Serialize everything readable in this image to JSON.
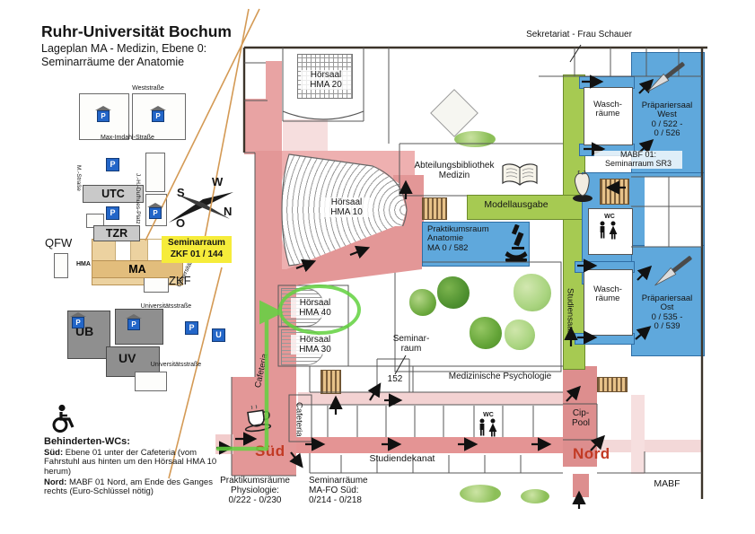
{
  "header": {
    "title": "Ruhr-Universität Bochum",
    "subtitle_line1": "Lageplan MA - Medizin, Ebene 0:",
    "subtitle_line2": "Seminarräume der Anatomie"
  },
  "campus_map": {
    "streets": {
      "weststrasse": "Weststraße",
      "max_imdahl_strasse": "Max-Imdahl-Straße",
      "m_strasse": "M.-Straße",
      "dufhues_platz": "J.-H.-Dufhues-Platz",
      "universitaetsstrasse_1": "Universitätsstraße",
      "universitaetsstrasse_2": "Universitätsstraße",
      "universitaetsstrasse_3": "Universitätsstraße"
    },
    "buildings": {
      "utc": "UTC",
      "tzr": "TZR",
      "qfw": "QFW",
      "hma": "HMA",
      "ma": "MA",
      "zkf": "ZKF",
      "ub": "UB",
      "uv": "UV"
    },
    "highlight_label": {
      "line1": "Seminarraum",
      "line2": "ZKF 01 / 144"
    },
    "icons": {
      "parking": "P",
      "subway": "U"
    },
    "compass": {
      "north": "N",
      "east": "O",
      "south": "S",
      "west": "W"
    }
  },
  "accessibility_note": {
    "heading": "Behinderten-WCs:",
    "south_label": "Süd:",
    "south_text": " Ebene 01 unter der Cafeteria (vom Fahrstuhl aus hinten um den Hörsaal HMA 10 herum)",
    "north_label": "Nord:",
    "north_text": " MABF 01 Nord, am Ende des Ganges rechts (Euro-Schlüssel nötig)"
  },
  "floorplan": {
    "sekretariat": "Sekretariat - Frau Schauer",
    "hoersaal_hma20": "Hörsaal\nHMA 20",
    "hoersaal_hma10": "Hörsaal\nHMA 10",
    "hoersaal_hma40": "Hörsaal\nHMA 40",
    "hoersaal_hma30": "Hörsaal\nHMA 30",
    "bibliothek": "Abteilungsbibliothek\nMedizin",
    "modellausgabe": "Modellausgabe",
    "praktikumsraum_anatomie": "Praktikumsraum\nAnatomie\nMA 0 / 582",
    "waschraeume_west": "Wasch-\nräume",
    "waschraeume_ost": "Wasch-\nräume",
    "praepariersaal_west": "Präpariersaal\nWest\n0 / 522 -\n0 / 526",
    "mabf01_seminarraum": "MABF 01:\nSeminarraum SR3",
    "praepariersaal_ost": "Präpariersaal\nOst\n0 / 535 -\n0 / 539",
    "studiensaal": "Studiensaal",
    "seminarraum": "Seminar-\nraum",
    "room_152": "152",
    "medizinische_psychologie": "Medizinische Psychologie",
    "cip_pool": "Cip-\nPool",
    "wc_nord": "WC",
    "wc_sued": "WC",
    "cafeteria_corridor": "Cafeteria",
    "cafeteria_room": "Cafeteria",
    "studiendekanat": "Studiendekanat",
    "exit_sued": "Süd",
    "exit_nord": "Nord",
    "praktikumsraeume_physiologie": "Praktikumsräume\nPhysiologie:\n0/222 - 0/230",
    "seminarraeume_mafo": "Seminarräume\nMA-FO Süd:\n0/214 - 0/218",
    "mabf": "MABF"
  },
  "colors": {
    "corridor_pink": "#e5a0a0",
    "corridor_pink_light": "#f3d4d4",
    "room_blue": "#5fa8dc",
    "strip_green": "#a6ca52",
    "highlight_yellow": "#f6ec3a",
    "route_green": "#62d23f",
    "exit_red": "#c23a24",
    "callout_orange": "#d49a55"
  }
}
